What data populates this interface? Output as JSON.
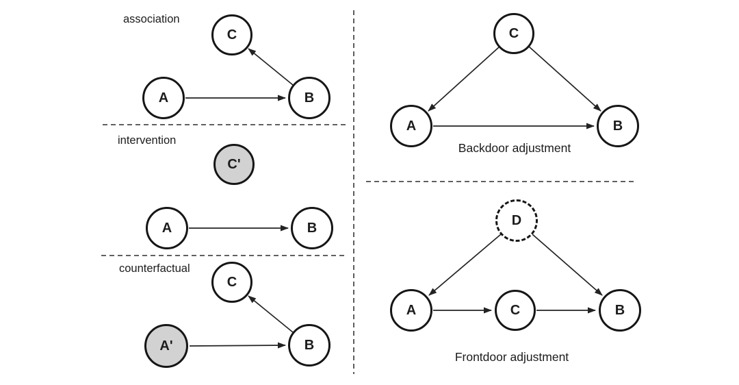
{
  "colors": {
    "background": "#ffffff",
    "node_fill": "#ffffff",
    "node_fill_gray": "#d2d2d2",
    "node_border": "#161616",
    "edge": "#232323",
    "separator": "#4a4a4a",
    "text": "#1c1c1c"
  },
  "panels": {
    "association": {
      "title": "association",
      "nodes": {
        "c": "C",
        "a": "A",
        "b": "B"
      },
      "edges": [
        "A -> B",
        "B -> C"
      ]
    },
    "intervention": {
      "title": "intervention",
      "nodes": {
        "c_prime": "C'",
        "a": "A",
        "b": "B"
      },
      "edges": [
        "A -> B"
      ]
    },
    "counterfactual": {
      "title": "counterfactual",
      "nodes": {
        "c": "C",
        "a_prime": "A'",
        "b": "B"
      },
      "edges": [
        "A' -> B",
        "B -> C"
      ]
    },
    "backdoor": {
      "caption": "Backdoor adjustment",
      "nodes": {
        "c": "C",
        "a": "A",
        "b": "B"
      },
      "edges": [
        "C -> A",
        "C -> B",
        "A -> B"
      ]
    },
    "frontdoor": {
      "caption": "Frontdoor adjustment",
      "nodes": {
        "d": "D",
        "a": "A",
        "c": "C",
        "b": "B"
      },
      "edges": [
        "D -> A",
        "D -> B",
        "A -> C",
        "C -> B"
      ]
    }
  }
}
